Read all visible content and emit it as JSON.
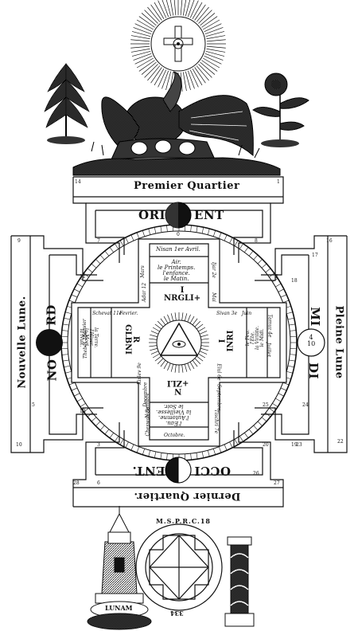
{
  "labels": {
    "premier_quartier": "Premier  Quartier",
    "dernier_quartier": "Dernier  Quartier.",
    "nouvelle_lune": "Nouvelle  Lune.",
    "pleine_lune": "Pleine  Lune",
    "orient_left": "ORI",
    "orient_right": "ENT",
    "occident_left": "DENT.",
    "occident_right": "OCCI",
    "nord_left": "NO",
    "nord_right": "RD",
    "midi_left": "MI",
    "midi_right": "DI",
    "center_top": "I\nNRGLI+",
    "center_bottom": "N\n+ZLI",
    "center_left": "R\nGLBNI",
    "center_right": "I\nINRI",
    "midi_fraction": "4\n10",
    "lunam": "LUNAM",
    "seal_text": "M.S.P.R.C.18",
    "seal_bottom": "334"
  },
  "months": {
    "nisan": "Nisan 1er Avril.",
    "mars": "Mars",
    "adar": "Adar 12",
    "ijar": "Ijar 2e",
    "mai": "Mai",
    "schevat": "Schevat 11e",
    "fevrier": "Fevrier.",
    "tebeth": "Thebet 10e",
    "janvier": "Janvier",
    "sivan": "Sivan 3e",
    "juin": "Juin",
    "tamuz": "Tamuz 4e",
    "juillet": "Juillet",
    "kislev": "Kislev 9e",
    "decembre": "Decembre",
    "elul": "Elul 6e",
    "septembre": "Septembre",
    "cheswan": "Cheswan 8e",
    "novembre": "Novembre",
    "tischri": "Tischri 7e",
    "octobre": "Octobre."
  },
  "arms": {
    "top": "Air.\nle Printemps.\nl'enfance.\nle Matin.",
    "bottom": "l'Eau.\nl'Automne.\nla Vieillesse.\nle Soir.",
    "left": "la Terre.\nl'Hiver.\nla Mort.\nla Nuit.",
    "right": "le Feu.\nl'Ete.\nla Virilite.\nle Midi."
  },
  "numbers": {
    "n14": "14",
    "n1": "1",
    "n7": "7",
    "n8": "8",
    "n9": "9",
    "n10": "10",
    "n11": "11",
    "n13": "13",
    "n2": "2",
    "n3": "3",
    "n5": "5",
    "n6": "6",
    "n16": "16",
    "n19": "19",
    "n20": "20",
    "n22": "22",
    "n23": "23",
    "n24": "24",
    "n25": "25",
    "n26": "26",
    "n27": "27",
    "n28": "28",
    "n17": "17",
    "n18": "18",
    "n0": "0"
  }
}
